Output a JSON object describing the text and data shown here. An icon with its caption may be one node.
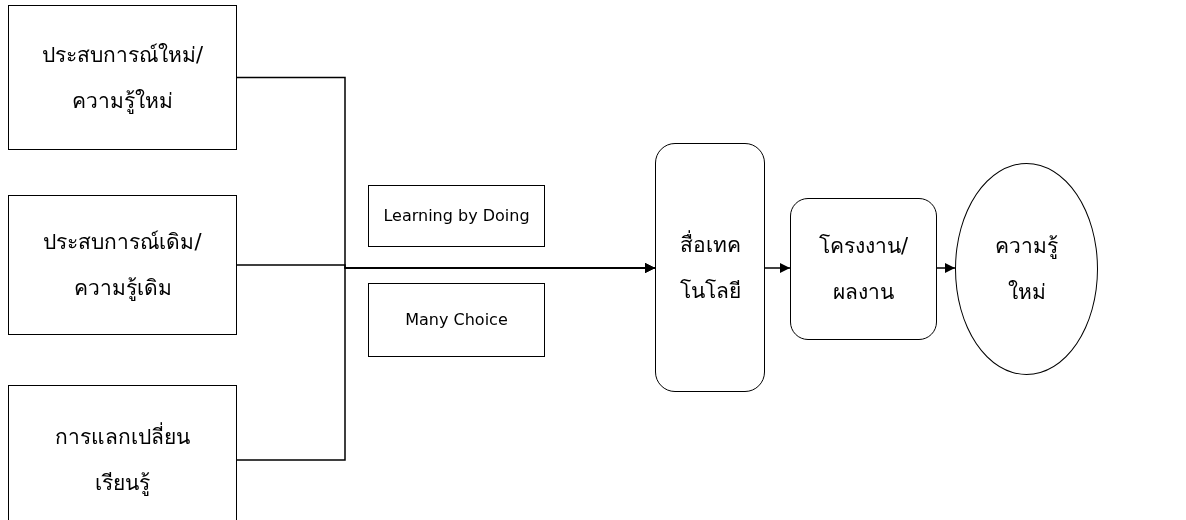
{
  "diagram": {
    "nodes": [
      {
        "text": [
          "ประสบการณ์ใหม่/ความรู้ใหม่"
        ]
      },
      {
        "text": [
          "ประสบการณ์เดิม/ความรู้เดิม"
        ]
      },
      {
        "text": [
          "การแลกเปลี่ยนเรียนรู้"
        ]
      },
      {
        "text": [
          "Learning by Doing"
        ]
      },
      {
        "text": [
          "Many Choice"
        ]
      },
      {
        "text": [
          "สื่อเทคโนโลยี"
        ]
      },
      {
        "text": [
          "โครงงาน/ผลงาน"
        ]
      },
      {
        "text": [
          "ความรู้ใหม่"
        ]
      }
    ],
    "edges": [
      {
        "from": 0,
        "to": 5,
        "arrow": "to"
      },
      {
        "from": 1,
        "to": 5,
        "arrow": "to"
      },
      {
        "from": 2,
        "to": 5,
        "arrow": "to"
      },
      {
        "from": 5,
        "to": 6,
        "arrow": "to"
      },
      {
        "from": 6,
        "to": 7,
        "arrow": "to"
      }
    ]
  }
}
